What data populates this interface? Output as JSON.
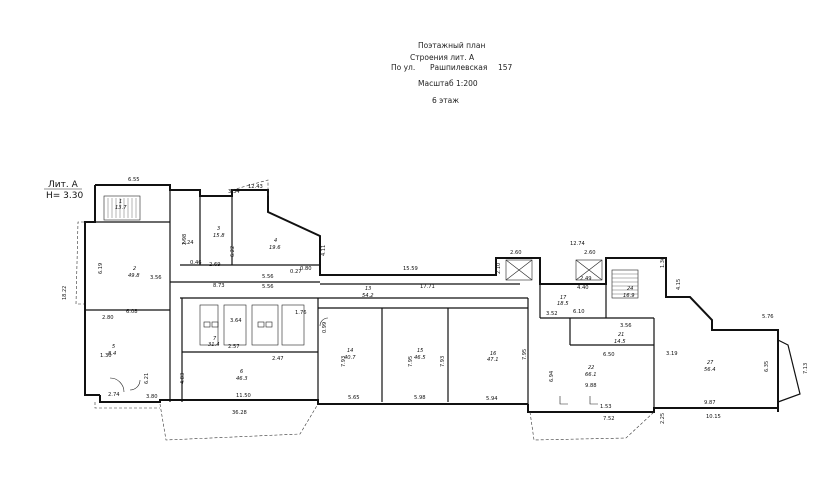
{
  "header": {
    "line1": "Поэтажный план",
    "line2": "Строения лит. А",
    "line3_prefix": "По ул.",
    "line3_street": "Рашпилевская",
    "line3_number": "157",
    "scale": "Масштаб 1:200",
    "floor": "6 этаж"
  },
  "building": {
    "letter": "Лит. А",
    "height": "Н= 3.30"
  },
  "dimensions": {
    "d655": "6.55",
    "d1243": "12.43",
    "d334": "3.34",
    "d1274": "12.74",
    "d1559": "15.59",
    "d1771": "17.71",
    "d556a": "5.56",
    "d556b": "5.56",
    "d873": "8.73",
    "d269": "2.69",
    "d046": "0.46",
    "d224": "2.24",
    "d608": "6.08",
    "d280": "2.80",
    "d364": "3.64",
    "d257": "2.57",
    "d247": "2.47",
    "d176": "1.76",
    "d1150": "11.50",
    "d3628": "36.28",
    "d565": "5.65",
    "d598": "5.98",
    "d594": "5.94",
    "d1015": "10.15",
    "d987": "9.87",
    "d988": "9.88",
    "d650": "6.50",
    "d352": "3.52",
    "d610": "6.10",
    "d440": "4.40",
    "d249": "2.49",
    "d356": "3.56",
    "d576": "5.76",
    "d319": "3.19",
    "d694": "6.94",
    "d752": "7.52",
    "d1822": "18.22",
    "d298": "2.98",
    "d356b": "3.56",
    "d622": "6.22",
    "d793": "7.93",
    "d795": "7.95",
    "d793b": "7.93",
    "d795b": "7.95",
    "d483": "4.83",
    "d621": "6.21",
    "d619": "6.19",
    "d130": "1.30",
    "d274": "2.74",
    "d380": "3.80",
    "d099": "0.99",
    "d411": "4.11",
    "d210": "2.10",
    "d260a": "2.60",
    "d260b": "2.60",
    "d713": "7.13",
    "d635": "6.35",
    "d225": "2.25",
    "d153": "1.53",
    "d136": "1.36",
    "d415": "4.15",
    "d080": "0.80",
    "d027": "0.27"
  },
  "rooms": [
    {
      "num": "1",
      "area": "13.7"
    },
    {
      "num": "2",
      "area": "49.8"
    },
    {
      "num": "3",
      "area": "15.8"
    },
    {
      "num": "4",
      "area": "19.6"
    },
    {
      "num": "5",
      "area": "8.4"
    },
    {
      "num": "6",
      "area": "46.3"
    },
    {
      "num": "7",
      "area": "31.4"
    },
    {
      "num": "13",
      "area": "54.2"
    },
    {
      "num": "14",
      "area": "40.7"
    },
    {
      "num": "15",
      "area": "46.5"
    },
    {
      "num": "16",
      "area": "47.1"
    },
    {
      "num": "17",
      "area": "18.5"
    },
    {
      "num": "21",
      "area": "14.5"
    },
    {
      "num": "22",
      "area": "66.1"
    },
    {
      "num": "27",
      "area": "56.4"
    },
    {
      "num": "24",
      "area": "16.9"
    }
  ]
}
